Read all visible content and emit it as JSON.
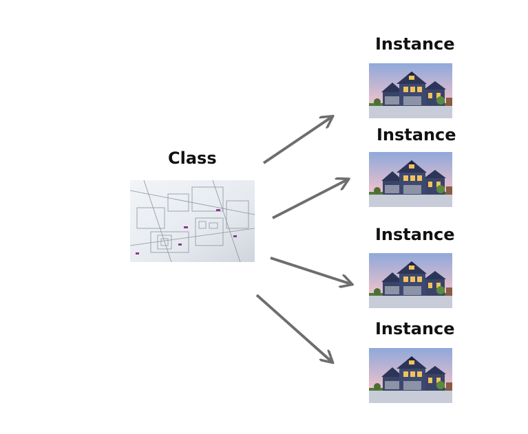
{
  "class_node": {
    "label": "Class"
  },
  "instances": [
    {
      "label": "Instance"
    },
    {
      "label": "Instance"
    },
    {
      "label": "Instance"
    },
    {
      "label": "Instance"
    }
  ],
  "colors": {
    "arrow": "#6e6e6e",
    "sky_top": "#8fa8da",
    "sky_bottom": "#e9c0cc",
    "house": "#2c3557",
    "text": "#111111"
  }
}
